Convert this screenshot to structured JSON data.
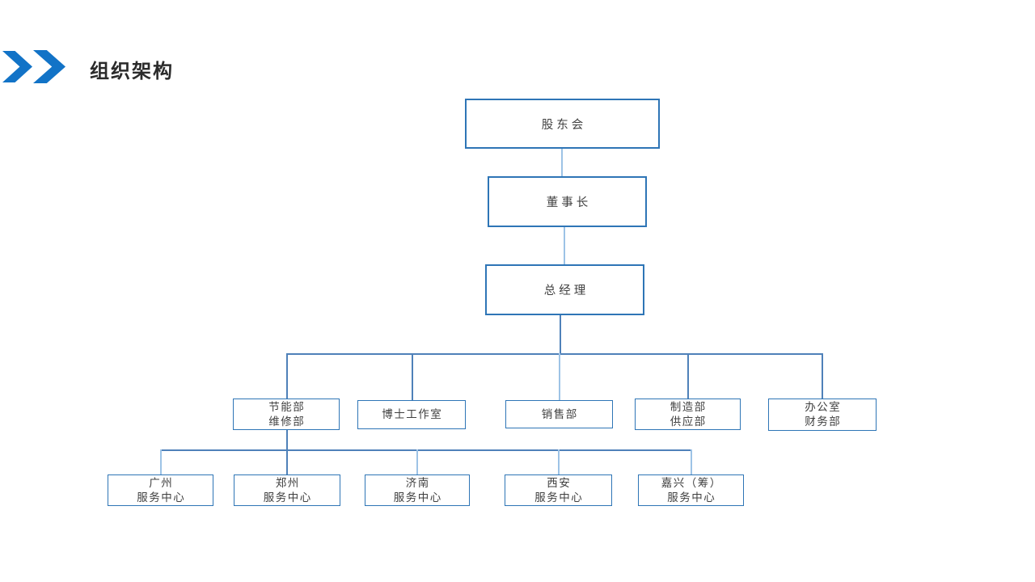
{
  "header": {
    "title": "组织架构",
    "accent_color": "#1273C7",
    "icon": "double-chevron-right-icon"
  },
  "org_chart": {
    "box_border_color": "#2E75B6",
    "connector_color": "#4F81B9",
    "connector_light_color": "#9DC3E6",
    "text_color": "#404040",
    "nodes": {
      "shareholders": {
        "line1": "股东会"
      },
      "chairman": {
        "line1": "董事长"
      },
      "gm": {
        "line1": "总经理"
      },
      "energy": {
        "line1": "节能部",
        "line2": "维修部"
      },
      "doctor": {
        "line1": "博士工作室"
      },
      "sales": {
        "line1": "销售部"
      },
      "mfg": {
        "line1": "制造部",
        "line2": "供应部"
      },
      "office": {
        "line1": "办公室",
        "line2": "财务部"
      },
      "gz": {
        "line1": "广州",
        "line2": "服务中心"
      },
      "zz": {
        "line1": "郑州",
        "line2": "服务中心"
      },
      "jn": {
        "line1": "济南",
        "line2": "服务中心"
      },
      "xa": {
        "line1": "西安",
        "line2": "服务中心"
      },
      "jx": {
        "line1": "嘉兴（筹）",
        "line2": "服务中心"
      }
    },
    "levels": [
      [
        "shareholders"
      ],
      [
        "chairman"
      ],
      [
        "gm"
      ],
      [
        "energy",
        "doctor",
        "sales",
        "mfg",
        "office"
      ],
      [
        "gz",
        "zz",
        "jn",
        "xa",
        "jx"
      ]
    ],
    "edges": [
      {
        "from": "shareholders",
        "to": "chairman"
      },
      {
        "from": "chairman",
        "to": "gm"
      },
      {
        "from": "gm",
        "to": "energy"
      },
      {
        "from": "gm",
        "to": "doctor"
      },
      {
        "from": "gm",
        "to": "sales"
      },
      {
        "from": "gm",
        "to": "mfg"
      },
      {
        "from": "gm",
        "to": "office"
      },
      {
        "from": "energy",
        "to": "gz"
      },
      {
        "from": "energy",
        "to": "zz"
      },
      {
        "from": "energy",
        "to": "jn"
      },
      {
        "from": "energy",
        "to": "xa"
      },
      {
        "from": "energy",
        "to": "jx"
      }
    ]
  }
}
